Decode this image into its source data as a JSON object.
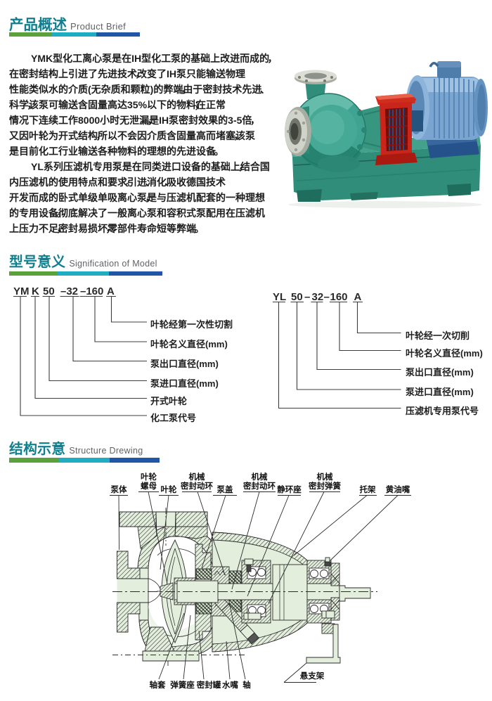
{
  "colors": {
    "heading_teal": "#0f7f8d",
    "heading_gray": "#55565a",
    "bar_green": "#5ba23c",
    "bar_teal": "#21adc1",
    "bar_blue": "#2155a8",
    "body_text": "#1d1d1d",
    "drawing_fill_green": "#e3eedd",
    "drawing_line": "#2b2b2b"
  },
  "brief": {
    "heading_zh": "产品概述",
    "heading_en": "Product Brief",
    "para1_lines": [
      "YMK型化工离心泵是在IH型化工泵的基础上改进而成的，",
      "在密封结构上引进了先进技术，改变了IH泵只能输送物理",
      "性能类似水的介质(无杂质和颗粒)的弊端，由于密封技术先进、",
      "科学，该泵可输送含固量高达35%以下的物料；在正常",
      "情况下连续工作8000小时无泄漏，是IH泵密封效果的3-5倍，",
      "又因叶轮为开式结构，所以不会因介质含固量高而堵塞，该泵",
      "是目前化工行业输送各种物料的理想的先进设备。"
    ],
    "para2_lines": [
      "YL系列压滤机专用泵是在同类进口设备的基础上，结合国",
      "内压滤机的使用特点和要求。引进、消化、吸收德国技术",
      "开发而成的卧式单级单吸离心泵，是与压滤机配套的一种理想",
      "的专用设备。彻底解决了一般离心泵和容积式泵配用在压滤机",
      "上压力不足，密封易损坏，零部件寿命短等弊端。"
    ],
    "photo": {
      "description": "YMK chemical centrifugal pump photo",
      "pump_teal": "#3fa391",
      "pump_teal_dark": "#1f7a68",
      "bracket_red": "#cf2318",
      "motor_blue": "#7fa9d2",
      "motor_blue_dark": "#2f5f9e",
      "flange_silver": "#bcc0b8",
      "base_teal": "#379a87"
    }
  },
  "model": {
    "heading_zh": "型号意义",
    "heading_en": "Signification of Model",
    "left": {
      "code_parts": [
        "YM",
        "K",
        "50",
        "–32",
        "–160",
        "A"
      ],
      "labels": [
        "叶轮经第一次性切割",
        "叶轮名义直径(mm)",
        "泵出口直径(mm)",
        "泵进口直径(mm)",
        "开式叶轮",
        "化工泵代号"
      ]
    },
    "right": {
      "code_parts": [
        "YL",
        "50",
        "–",
        "32",
        "–",
        "160",
        "A"
      ],
      "labels": [
        "叶轮经一次切削",
        "叶轮名义直径(mm)",
        "泵出口直径(mm)",
        "泵进口直径(mm)",
        "压滤机专用泵代号"
      ]
    }
  },
  "structure": {
    "heading_zh": "结构示意",
    "heading_en": "Structure Drewing",
    "top_labels": [
      {
        "lines": [
          "泵体"
        ]
      },
      {
        "lines": [
          "叶轮",
          "螺母"
        ]
      },
      {
        "lines": [
          "叶轮"
        ]
      },
      {
        "lines": [
          "机械",
          "密封动环"
        ]
      },
      {
        "lines": [
          "泵盖"
        ]
      },
      {
        "lines": [
          "机械",
          "密封动环"
        ]
      },
      {
        "lines": [
          "静环座"
        ]
      },
      {
        "lines": [
          "机械",
          "密封弹簧"
        ]
      },
      {
        "lines": [
          "托架"
        ]
      },
      {
        "lines": [
          "黄油嘴"
        ]
      }
    ],
    "bottom_labels": [
      "轴套",
      "弹簧座",
      "密封罐",
      "水嘴",
      "轴",
      "悬支架"
    ]
  }
}
